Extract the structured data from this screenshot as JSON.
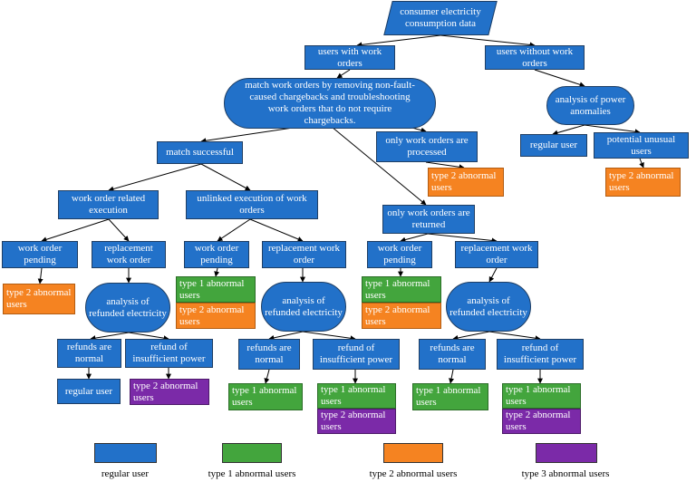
{
  "colors": {
    "regular": "#2271c9",
    "type1": "#43a53d",
    "type2": "#f58321",
    "type3": "#7b2aa8",
    "edge": "#000000"
  },
  "nodes": {
    "root": "consumer electricity consumption data",
    "with_orders": "users with work orders",
    "without_orders": "users without work orders",
    "match": "match work orders by removing non-fault-caused chargebacks and troubleshooting work orders that do not require chargebacks.",
    "power_anomalies": "analysis of power anomalies",
    "regular_user_r": "regular user",
    "potential_unusual": "potential unusual users",
    "type2_right": "type 2 abnormal users",
    "match_successful": "match successful",
    "only_processed": "only work orders are processed",
    "type2_processed": "type 2 abnormal users",
    "only_returned": "only work orders are returned",
    "wo_related": "work order related execution",
    "unlinked": "unlinked execution of work orders",
    "a_pending": "work order pending",
    "a_replace": "replacement work order",
    "a_type2": "type 2 abnormal users",
    "a_refunded": "analysis of refunded electricity",
    "a_normal": "refunds are normal",
    "a_insufficient": "refund of insufficient power",
    "a_regular": "regular user",
    "a_type2_ins": "type 2 abnormal users",
    "b_pending": "work order pending",
    "b_replace": "replacement work order",
    "b_type1": "type 1 abnormal users",
    "b_type2": "type 2 abnormal users",
    "b_refunded": "analysis of refunded electricity",
    "b_normal": "refunds are normal",
    "b_insufficient": "refund of insufficient power",
    "b_type1_norm": "type 1 abnormal users",
    "b_type1_ins": "type 1 abnormal users",
    "b_type2_ins": "type 2 abnormal users",
    "c_pending": "work order pending",
    "c_replace": "replacement work order",
    "c_type1": "type 1 abnormal users",
    "c_type2": "type 2 abnormal users",
    "c_refunded": "analysis of refunded electricity",
    "c_normal": "refunds are normal",
    "c_insufficient": "refund of insufficient power",
    "c_type1_norm": "type 1 abnormal users",
    "c_type1_ins": "type 1 abnormal users",
    "c_type2_ins": "type 2 abnormal users"
  },
  "legend": {
    "regular": "regular user",
    "type1": "type 1 abnormal users",
    "type2": "type 2 abnormal users",
    "type3": "type 3 abnormal users"
  }
}
